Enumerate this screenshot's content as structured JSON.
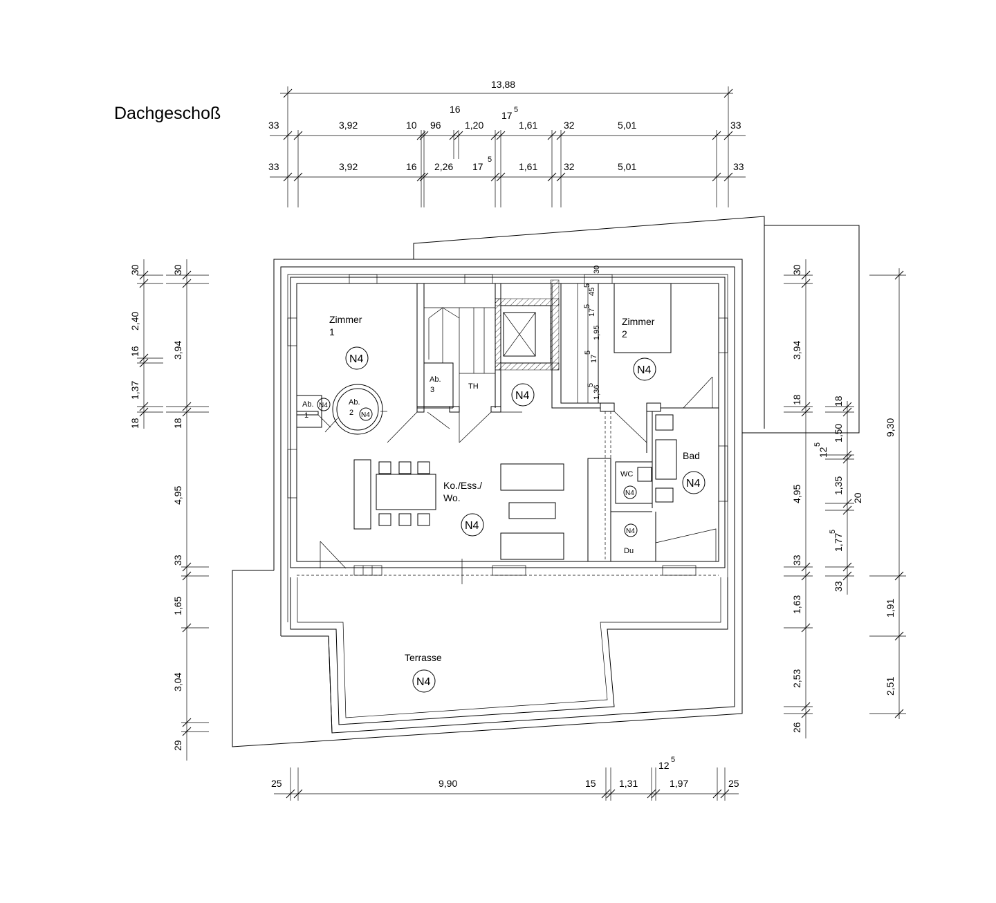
{
  "title": "Dachgeschoß",
  "top_dims": {
    "overall": "13,88",
    "row1": [
      "33",
      "3,92",
      "10",
      "96",
      "1,20",
      "1,61",
      "32",
      "5,01",
      "33"
    ],
    "row1_above_16": "16",
    "row1_above_175": "17",
    "row1_above_175_sup": "5",
    "row2": [
      "33",
      "3,92",
      "16",
      "2,26",
      "17",
      "1,61",
      "32",
      "5,01",
      "33"
    ],
    "row2_sup": "5"
  },
  "bottom_dims": {
    "row": [
      "25",
      "9,90",
      "15",
      "1,31",
      "1,97",
      "25"
    ],
    "above_125": "12",
    "above_125_sup": "5"
  },
  "left_dims": {
    "outer": [
      "30",
      "2,40",
      "16",
      "1,37",
      "18"
    ],
    "inner": [
      "30",
      "3,94",
      "18",
      "4,95",
      "33",
      "1,65",
      "3,04",
      "29"
    ]
  },
  "right_dims": {
    "inner": [
      "30",
      "3,94",
      "18",
      "4,95",
      "33",
      "1,63",
      "2,53",
      "26"
    ],
    "mid": [
      "18",
      "1,50",
      "12",
      "5",
      "1,35",
      "20",
      "1,77",
      "5",
      "33"
    ],
    "outer": [
      "9,30",
      "1,91",
      "2,51"
    ]
  },
  "stair_dims": [
    "30",
    "45",
    "5",
    "17",
    "5",
    "1,95",
    "17",
    "5",
    "1,36",
    "5"
  ],
  "rooms": {
    "zimmer1": [
      "Zimmer",
      "1"
    ],
    "zimmer2": [
      "Zimmer",
      "2"
    ],
    "ab1": [
      "Ab.",
      "1"
    ],
    "ab2": [
      "Ab.",
      "2"
    ],
    "ab3": [
      "Ab.",
      "3"
    ],
    "th": "TH",
    "kueche": [
      "Ko./Ess./",
      "Wo."
    ],
    "bad": "Bad",
    "wc": "WC",
    "du": "Du",
    "terrasse": "Terrasse"
  },
  "marker": "N4"
}
